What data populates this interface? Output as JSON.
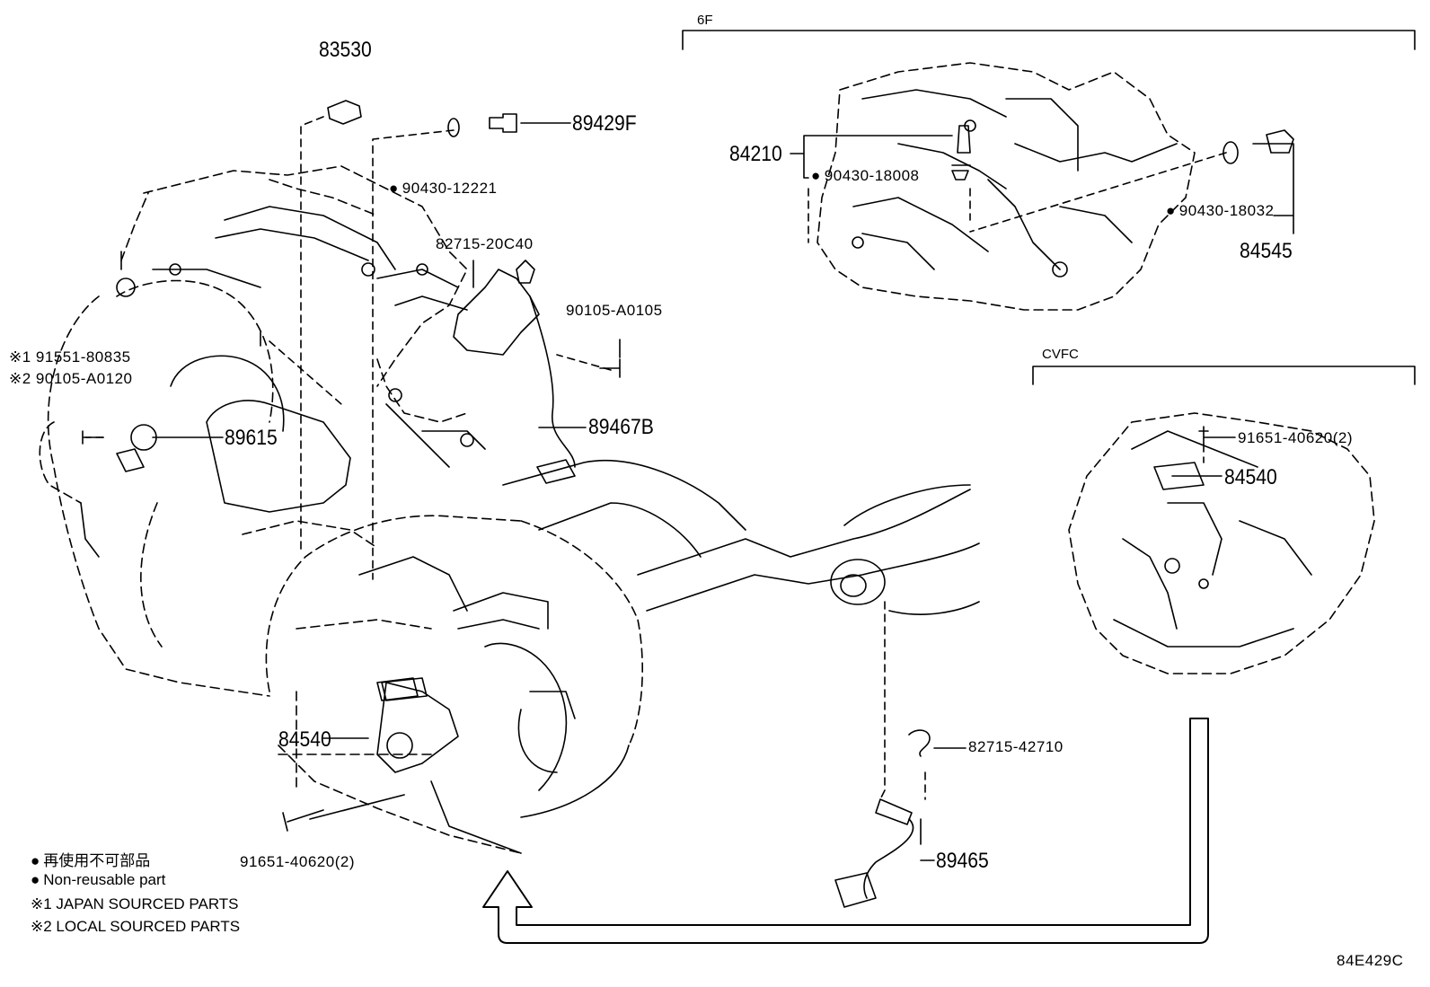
{
  "sections": {
    "six_f": "6F",
    "cvfc": "CVFC"
  },
  "parts": {
    "p83530": "83530",
    "p89429F": "89429F",
    "p90430_12221": "90430-12221",
    "p82715_20C40": "82715-20C40",
    "p90105_A0105": "90105-A0105",
    "p91551_80835": "※1 91551-80835",
    "p90105_A0120": "※2 90105-A0120",
    "p89615": "89615",
    "p89467B": "89467B",
    "p84540_main": "84540",
    "p91651_main": "91651-40620(2)",
    "p84210": "84210",
    "p90430_18008": "90430-18008",
    "p90430_18032": "90430-18032",
    "p84545": "84545",
    "p91651_cvfc": "91651-40620(2)",
    "p84540_cvfc": "84540",
    "p82715_42710": "82715-42710",
    "p89465": "89465"
  },
  "legend": {
    "non_reusable_jp": "再使用不可部品",
    "non_reusable_en": "Non-reusable part",
    "japan_sourced": "※1 JAPAN SOURCED PARTS",
    "local_sourced": "※2 LOCAL SOURCED PARTS"
  },
  "diagram_code": "84E429C"
}
